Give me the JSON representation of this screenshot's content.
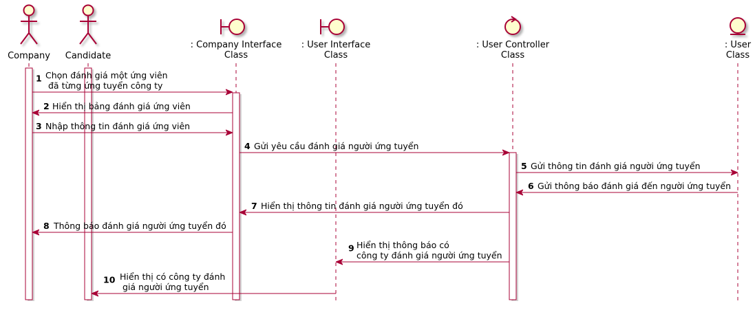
{
  "colors": {
    "line": "#A80036",
    "fill": "#FEFECE",
    "activation_stroke": "#A80036",
    "lifeline": "#A80036",
    "text": "#000000"
  },
  "participants": [
    {
      "id": "company",
      "type": "actor",
      "label_lines": [
        "Company"
      ]
    },
    {
      "id": "candidate",
      "type": "actor",
      "label_lines": [
        "Candidate"
      ]
    },
    {
      "id": "company-ui",
      "type": "boundary",
      "label_lines": [
        ": Company Interface",
        "Class"
      ]
    },
    {
      "id": "user-ui",
      "type": "boundary",
      "label_lines": [
        ": User Interface",
        "Class"
      ]
    },
    {
      "id": "user-ctrl",
      "type": "control",
      "label_lines": [
        ": User Controller",
        "Class"
      ]
    },
    {
      "id": "user",
      "type": "entity",
      "label_lines": [
        ": User",
        "Class"
      ]
    }
  ],
  "messages": [
    {
      "num": "1",
      "from": "company",
      "to": "company-ui",
      "lines": [
        "Chọn đánh giá một ứng viên",
        "đã từng ứng tuyển công ty"
      ]
    },
    {
      "num": "2",
      "from": "company-ui",
      "to": "company",
      "lines": [
        "Hiển thị bảng đánh giá ứng viên"
      ]
    },
    {
      "num": "3",
      "from": "company",
      "to": "company-ui",
      "lines": [
        "Nhập thông tin đánh giá ứng viên"
      ]
    },
    {
      "num": "4",
      "from": "company-ui",
      "to": "user-ctrl",
      "lines": [
        "Gửi yêu cầu đánh giá người ứng tuyển"
      ]
    },
    {
      "num": "5",
      "from": "user-ctrl",
      "to": "user",
      "lines": [
        "Gửi thông tin đánh giá người ứng tuyển"
      ]
    },
    {
      "num": "6",
      "from": "user",
      "to": "user-ctrl",
      "lines": [
        "Gửi thông báo đánh giá đến người ứng tuyển"
      ]
    },
    {
      "num": "7",
      "from": "user-ctrl",
      "to": "company-ui",
      "lines": [
        "Hiển thị thông tin đánh giá người ứng tuyển đó"
      ]
    },
    {
      "num": "8",
      "from": "company-ui",
      "to": "company",
      "lines": [
        "Thông báo đánh giá người ứng tuyển đó"
      ]
    },
    {
      "num": "9",
      "from": "user-ctrl",
      "to": "user-ui",
      "lines": [
        "Hiển thị thông báo có",
        "công ty đánh giá người ứng tuyển"
      ]
    },
    {
      "num": "10",
      "from": "user-ui",
      "to": "candidate",
      "lines": [
        "Hiển thị có công ty đánh",
        "giá người ứng tuyển"
      ]
    }
  ]
}
